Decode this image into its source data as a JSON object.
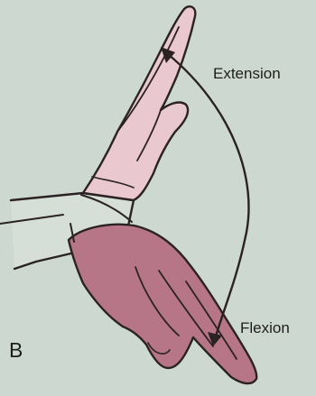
{
  "panel_label": "B",
  "labels": {
    "extension": "Extension",
    "flexion": "Flexion"
  },
  "colors": {
    "background": "#cdd8d0",
    "outline": "#2a2224",
    "extended_hand_fill": "#e9c8cf",
    "flexed_hand_fill": "#b77688",
    "arrow": "#2a2224"
  }
}
